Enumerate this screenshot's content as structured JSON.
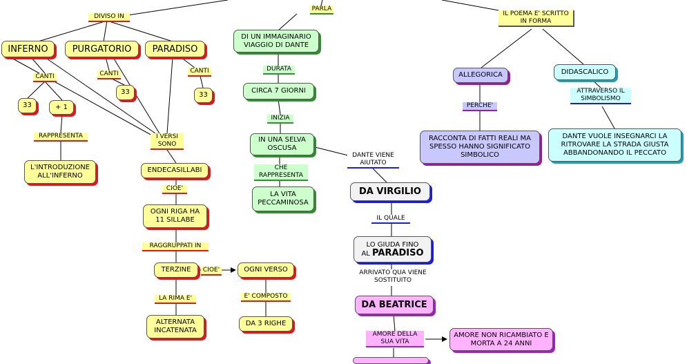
{
  "nodes": {
    "inferno": "INFERNO",
    "purgatorio": "PURGATORIO",
    "paradiso": "PARADISO",
    "n33a": "33",
    "n1": "+ 1",
    "n33b": "33",
    "n33c": "33",
    "introduzione": "L'INTRODUZIONE ALL'INFERNO",
    "endecasillabi": "ENDECASILLABI",
    "ogniriga": "OGNI RIGA HA 11 SILLABE",
    "terzine": "TERZINE",
    "alternata": "ALTERNATA INCATENATA",
    "ogniverso": "OGNI VERSO",
    "tre_righe": "DA 3 RIGHE",
    "viaggio": "DI UN IMMAGINARIO VIAGGIO DI DANTE",
    "sette_giorni": "CIRCA 7 GIORNI",
    "selva": "IN UNA SELVA OSCUSA",
    "vita": "LA VITA PECCAMINOSA",
    "virgilio": "DA VIRGILIO",
    "giuda_pre": "LO GIUDA FINO",
    "giuda_al": "AL",
    "giuda_paradiso": "PARADISO",
    "beatrice": "DA BEATRICE",
    "amore_nr": "AMORE NON RICAMBIATO E MORTA A 24 ANNI",
    "allegorica": "ALLEGORICA",
    "didascalico": "DIDASCALICO",
    "racconta": "RACCONTA DI FATTI REALI MA SPESSO HANNO SIGNIFICATO SIMBOLICO",
    "insegnarci": "DANTE VUOLE INSEGNARCI LA RITROVARE LA STRADA GIUSTA ABBANDONANDO IL PECCATO"
  },
  "labels": {
    "diviso_in": "DIVISO IN",
    "parla": "PARLA",
    "poema_forma": "IL POEMA E' SCRITTO IN FORMA",
    "canti_a": "CANTI",
    "canti_b": "CANTI",
    "canti_c": "CANTI",
    "rappresenta": "RAPPRESENTA",
    "i_versi_sono": "I VERSI SONO",
    "cioe_a": "CIOE'",
    "raggruppati": "RAGGRUPPATI IN",
    "cioe_b": "CIOE'",
    "la_rima": "LA RIMA E'",
    "e_composto": "E' COMPOSTO",
    "durata": "DURATA",
    "inizia": "INIZIA",
    "che_rappresenta": "CHE RAPPRESENTA",
    "dante_aiutato": "DANTE VIENE AIUTATO",
    "il_quale": "IL QUALE",
    "arrivato": "ARRIVATO QUA VIENE SOSTITUITO",
    "amore_sua_vita": "AMORE DELLA SUA VITA",
    "perche": "PERCHE'",
    "simbolismo": "ATTRAVERSO IL SIMBOLISMO"
  }
}
